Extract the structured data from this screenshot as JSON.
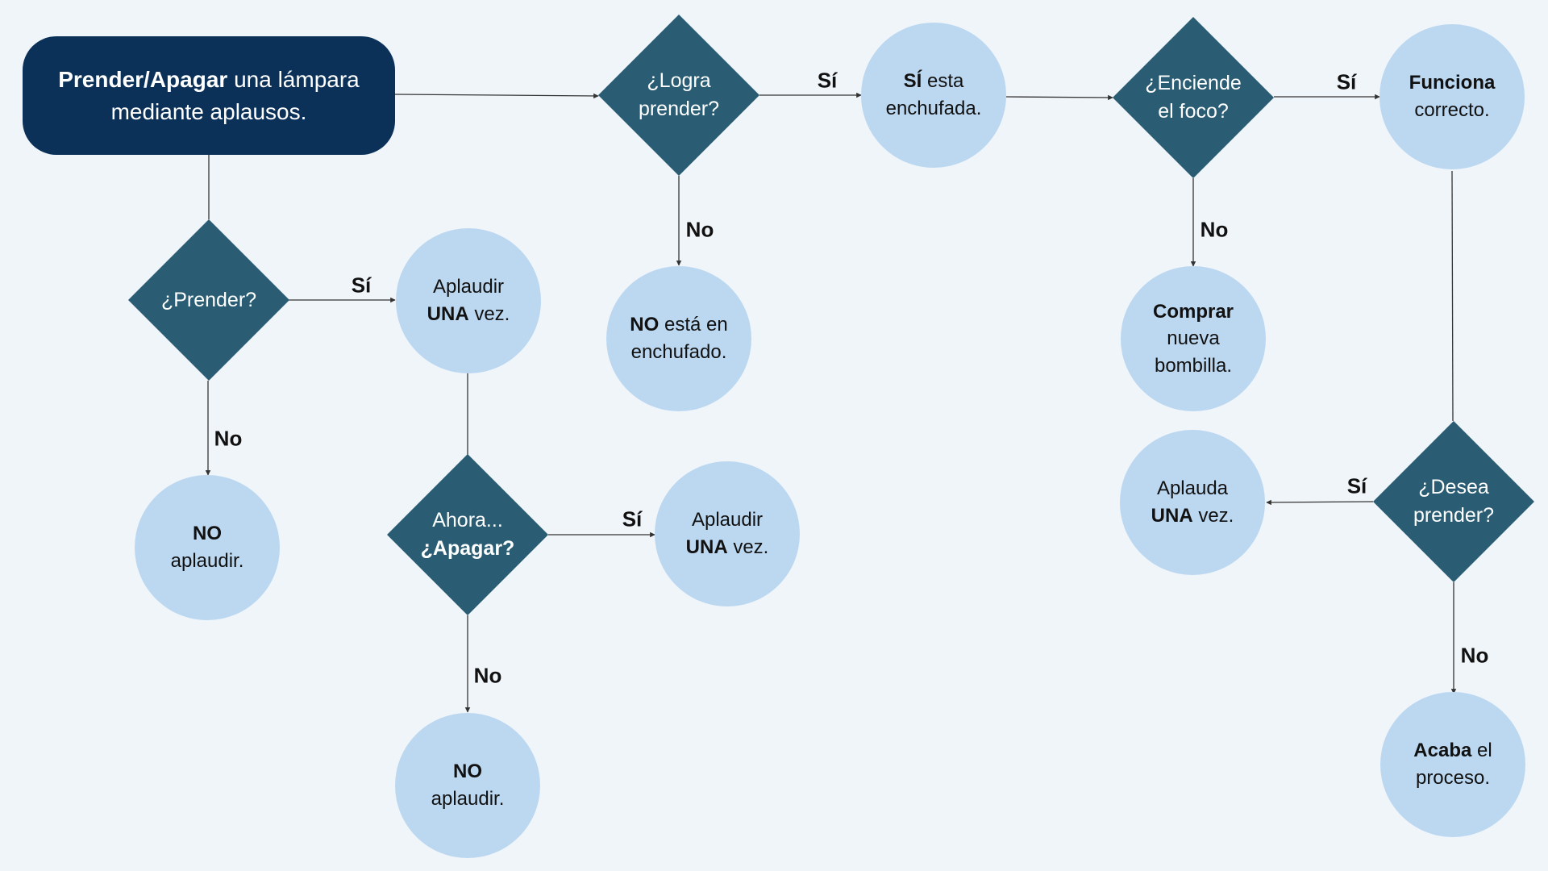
{
  "colors": {
    "background": "#f0f5fa",
    "start_fill": "#0b3159",
    "diamond_fill": "#2a5d73",
    "circle_fill": "#bcd8f1",
    "line": "#333333"
  },
  "start": {
    "bold": "Prender/Apagar",
    "rest": " una lámpara",
    "line2": "mediante aplausos."
  },
  "decisions": {
    "prender": {
      "line1": "¿Prender?"
    },
    "apagar": {
      "line1": "Ahora...",
      "line2_bold": "¿Apagar?"
    },
    "logra": {
      "line1": "¿Logra",
      "line2": "prender?"
    },
    "enciende": {
      "line1": "¿Enciende",
      "line2": "el foco?"
    },
    "desea": {
      "line1": "¿Desea",
      "line2": "prender?"
    }
  },
  "outcomes": {
    "aplaudir_una_1": {
      "line1": "Aplaudir",
      "line2_bold": "UNA",
      "line2_rest": " vez."
    },
    "no_aplaudir_1": {
      "line1_bold": "NO",
      "line2": "aplaudir."
    },
    "aplaudir_una_2": {
      "line1": "Aplaudir",
      "line2_bold": "UNA",
      "line2_rest": " vez."
    },
    "no_aplaudir_2": {
      "line1_bold": "NO",
      "line2": "aplaudir."
    },
    "no_enchufado": {
      "line1_bold": "NO",
      "line1_rest": " está en",
      "line2": "enchufado."
    },
    "si_enchufada": {
      "line1_bold": "SÍ",
      "line1_rest": " esta",
      "line2": "enchufada."
    },
    "comprar": {
      "line1_bold": "Comprar",
      "line2": "nueva",
      "line3": "bombilla."
    },
    "funciona": {
      "line1_bold": "Funciona",
      "line2": "correcto."
    },
    "aplauda_una": {
      "line1": "Aplauda",
      "line2_bold": "UNA",
      "line2_rest": " vez."
    },
    "acaba": {
      "line1_bold": "Acaba",
      "line1_rest": " el",
      "line2": "proceso."
    }
  },
  "edge_labels": {
    "yes": "Sí",
    "no": "No"
  }
}
